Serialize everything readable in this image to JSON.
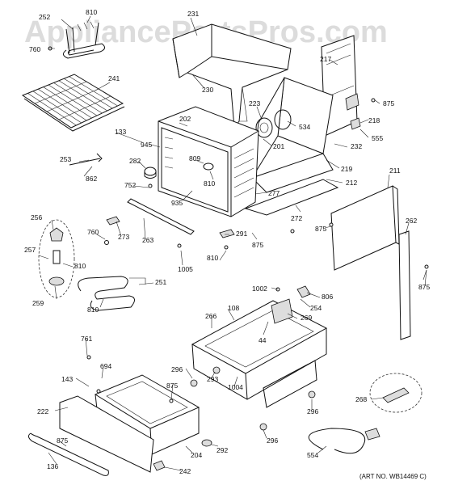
{
  "watermark": "AppliancePartsPros.com",
  "art_number": "(ART NO. WB14469 C)",
  "part_labels": [
    {
      "id": "l252a",
      "text": "252"
    },
    {
      "id": "l810a",
      "text": "810"
    },
    {
      "id": "l760a",
      "text": "760"
    },
    {
      "id": "l231",
      "text": "231"
    },
    {
      "id": "l230",
      "text": "230"
    },
    {
      "id": "l217",
      "text": "217"
    },
    {
      "id": "l875a",
      "text": "875"
    },
    {
      "id": "l218",
      "text": "218"
    },
    {
      "id": "l555",
      "text": "555"
    },
    {
      "id": "l241",
      "text": "241"
    },
    {
      "id": "l133",
      "text": "133"
    },
    {
      "id": "l945",
      "text": "945"
    },
    {
      "id": "l202",
      "text": "202"
    },
    {
      "id": "l223",
      "text": "223"
    },
    {
      "id": "l534",
      "text": "534"
    },
    {
      "id": "l201",
      "text": "201"
    },
    {
      "id": "l232",
      "text": "232"
    },
    {
      "id": "l219",
      "text": "219"
    },
    {
      "id": "l253",
      "text": "253"
    },
    {
      "id": "l862",
      "text": "862"
    },
    {
      "id": "l282",
      "text": "282"
    },
    {
      "id": "l809",
      "text": "809"
    },
    {
      "id": "l810b",
      "text": "810"
    },
    {
      "id": "l752",
      "text": "752"
    },
    {
      "id": "l935",
      "text": "935"
    },
    {
      "id": "l277",
      "text": "277"
    },
    {
      "id": "l212",
      "text": "212"
    },
    {
      "id": "l211",
      "text": "211"
    },
    {
      "id": "l272",
      "text": "272"
    },
    {
      "id": "l875b",
      "text": "875"
    },
    {
      "id": "l262",
      "text": "262"
    },
    {
      "id": "l256",
      "text": "256"
    },
    {
      "id": "l760b",
      "text": "760"
    },
    {
      "id": "l273",
      "text": "273"
    },
    {
      "id": "l263",
      "text": "263"
    },
    {
      "id": "l291",
      "text": "291"
    },
    {
      "id": "l875c",
      "text": "875"
    },
    {
      "id": "l257",
      "text": "257"
    },
    {
      "id": "l810c",
      "text": "810"
    },
    {
      "id": "l1005",
      "text": "1005"
    },
    {
      "id": "l810d",
      "text": "810"
    },
    {
      "id": "l251",
      "text": "251"
    },
    {
      "id": "l259",
      "text": "259"
    },
    {
      "id": "l810e",
      "text": "810"
    },
    {
      "id": "l1002",
      "text": "1002"
    },
    {
      "id": "l806",
      "text": "806"
    },
    {
      "id": "l875d",
      "text": "875"
    },
    {
      "id": "l254",
      "text": "254"
    },
    {
      "id": "l266",
      "text": "266"
    },
    {
      "id": "l108",
      "text": "108"
    },
    {
      "id": "l269",
      "text": "269"
    },
    {
      "id": "l44",
      "text": "44"
    },
    {
      "id": "l761",
      "text": "761"
    },
    {
      "id": "l694",
      "text": "694"
    },
    {
      "id": "l143",
      "text": "143"
    },
    {
      "id": "l296a",
      "text": "296"
    },
    {
      "id": "l293",
      "text": "293"
    },
    {
      "id": "l1004",
      "text": "1004"
    },
    {
      "id": "l875e",
      "text": "875"
    },
    {
      "id": "l222",
      "text": "222"
    },
    {
      "id": "l268",
      "text": "268"
    },
    {
      "id": "l296b",
      "text": "296"
    },
    {
      "id": "l875f",
      "text": "875"
    },
    {
      "id": "l292",
      "text": "292"
    },
    {
      "id": "l296c",
      "text": "296"
    },
    {
      "id": "l204",
      "text": "204"
    },
    {
      "id": "l554",
      "text": "554"
    },
    {
      "id": "l136",
      "text": "136"
    },
    {
      "id": "l242",
      "text": "242"
    }
  ]
}
